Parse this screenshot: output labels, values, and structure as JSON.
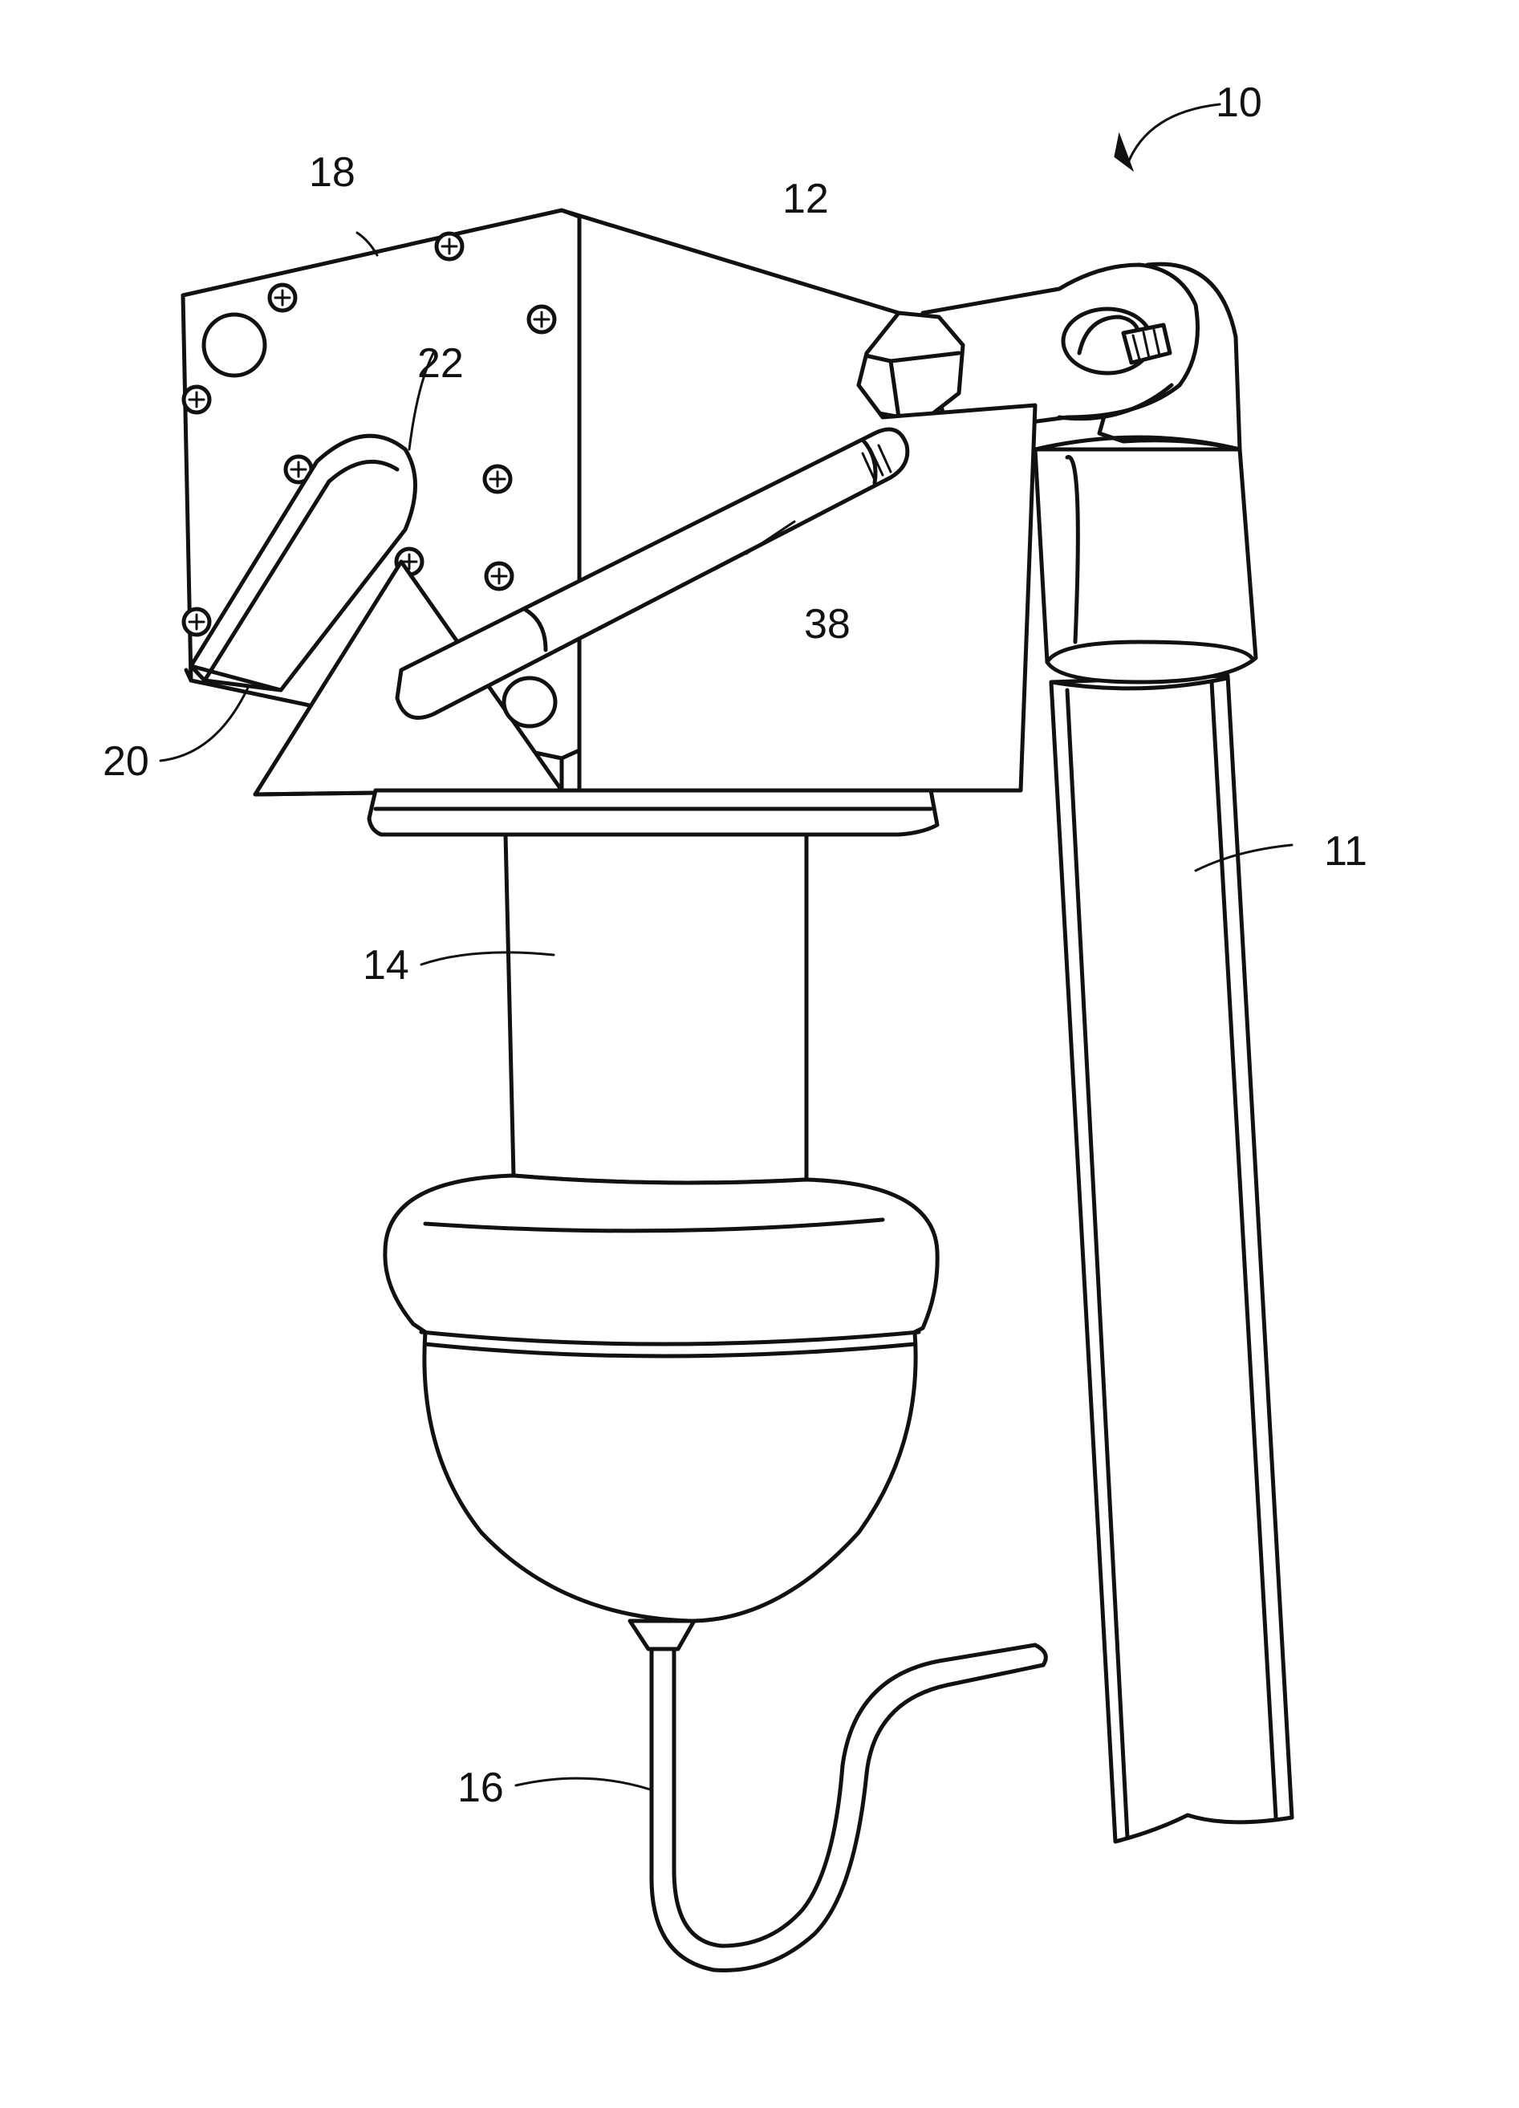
{
  "figure": {
    "reference_labels": {
      "assembly": "10",
      "pole": "11",
      "housing": "12",
      "column": "14",
      "cable": "16",
      "side_plate": "18",
      "bracket": "20",
      "lever": "22",
      "arm": "38"
    }
  }
}
